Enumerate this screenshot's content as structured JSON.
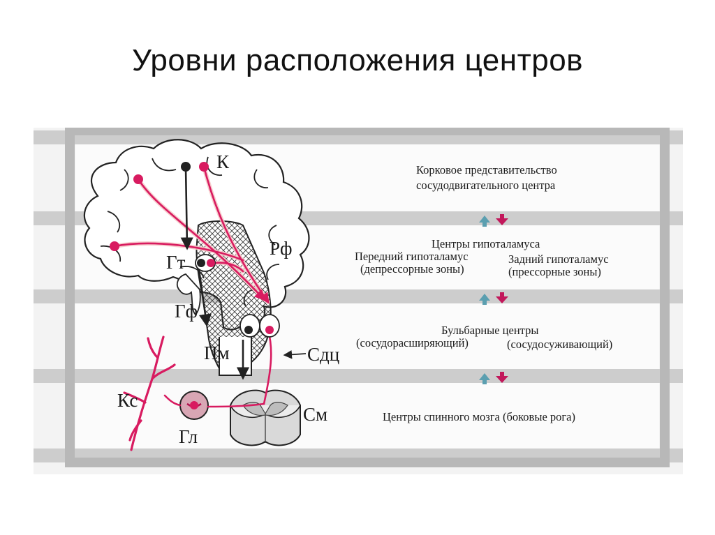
{
  "title": "Уровни расположения центров",
  "diagram": {
    "labels": {
      "k": "К",
      "rf": "Рф",
      "gt": "Гт",
      "gf": "Гф",
      "pm": "Пм",
      "sdc": "Сдц",
      "ks": "Кс",
      "sm": "См",
      "gl": "Гл"
    },
    "levels": {
      "cortex": {
        "line1": "Корковое представительство",
        "line2": "сосудодвигательного центра"
      },
      "hypothalamus": {
        "title": "Центры гипоталамуса",
        "left1": "Передний гипоталамус",
        "left2": "(депрессорные зоны)",
        "right1": "Задний гипоталамус",
        "right2": "(прессорные зоны)"
      },
      "bulbar": {
        "title": "Бульбарные центры",
        "left": "(сосудорасширяющий)",
        "right": "(сосудосуживающий)"
      },
      "spinal": {
        "line": "Центры спинного мозга (боковые рога)"
      }
    },
    "colors": {
      "pathway": "#d81b60",
      "arrow_up": "#5b9fb0",
      "arrow_down": "#c2185b",
      "band": "#cfcfcf",
      "frame": "#bdbdbd"
    }
  }
}
